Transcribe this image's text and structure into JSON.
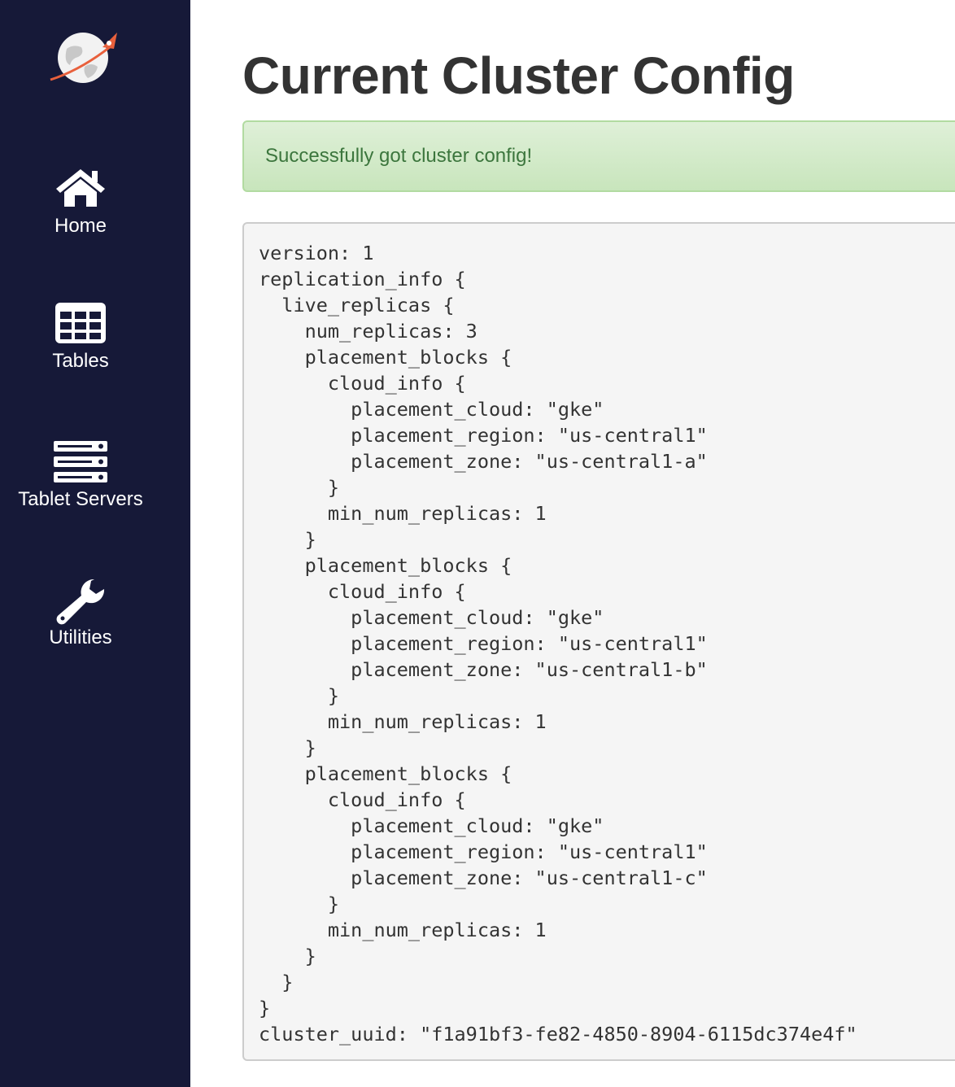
{
  "sidebar": {
    "items": [
      {
        "label": "Home",
        "icon": "home-icon"
      },
      {
        "label": "Tables",
        "icon": "table-grid-icon"
      },
      {
        "label": "Tablet Servers",
        "icon": "server-icon"
      },
      {
        "label": "Utilities",
        "icon": "wrench-icon"
      }
    ]
  },
  "main": {
    "title": "Current Cluster Config",
    "alert": "Successfully got cluster config!",
    "config_text": "version: 1\nreplication_info {\n  live_replicas {\n    num_replicas: 3\n    placement_blocks {\n      cloud_info {\n        placement_cloud: \"gke\"\n        placement_region: \"us-central1\"\n        placement_zone: \"us-central1-a\"\n      }\n      min_num_replicas: 1\n    }\n    placement_blocks {\n      cloud_info {\n        placement_cloud: \"gke\"\n        placement_region: \"us-central1\"\n        placement_zone: \"us-central1-b\"\n      }\n      min_num_replicas: 1\n    }\n    placement_blocks {\n      cloud_info {\n        placement_cloud: \"gke\"\n        placement_region: \"us-central1\"\n        placement_zone: \"us-central1-c\"\n      }\n      min_num_replicas: 1\n    }\n  }\n}\ncluster_uuid: \"f1a91bf3-fe82-4850-8904-6115dc374e4f\""
  },
  "colors": {
    "sidebar_bg": "#161938",
    "alert_text": "#3c763d",
    "alert_bg": "#dff0d8",
    "logo_accent": "#e8603c"
  }
}
